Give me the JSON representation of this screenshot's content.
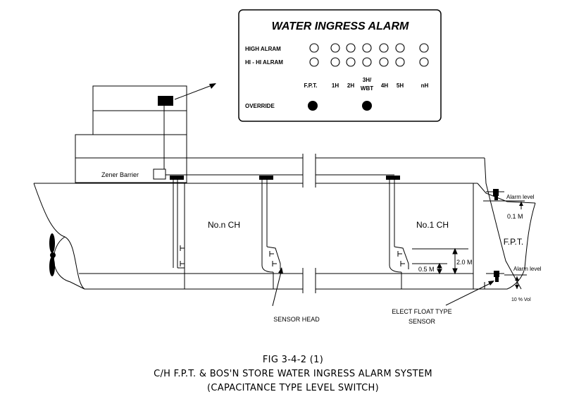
{
  "panel": {
    "title": "WATER INGRESS ALARM",
    "row_high": "HIGH ALRAM",
    "row_hihi": "HI - HI ALRAM",
    "override": "OVERRIDE",
    "columns": [
      "F.P.T.",
      "1H",
      "2H",
      "3H/",
      "WBT",
      "4H",
      "5H",
      "nH"
    ]
  },
  "labels": {
    "zener_barrier": "Zener Barrier",
    "hold_n": "No.n CH",
    "hold_1": "No.1 CH",
    "fpt": "F.P.T.",
    "alarm_level_top": "Alarm level",
    "dim_01m": "0.1 M",
    "dim_20m": "2.0 M",
    "dim_05m": "0.5 M",
    "alarm_level_bottom": "Alarm level",
    "vol_10": "10 % Vol",
    "sensor_head": "SENSOR HEAD",
    "float_sensor_1": "ELECT FLOAT TYPE",
    "float_sensor_2": "SENSOR"
  },
  "caption": {
    "line1": "FIG 3-4-2 (1)",
    "line2": "C/H F.P.T. & BOS'N STORE WATER INGRESS ALARM SYSTEM",
    "line3": "(CAPACITANCE TYPE LEVEL SWITCH)"
  }
}
